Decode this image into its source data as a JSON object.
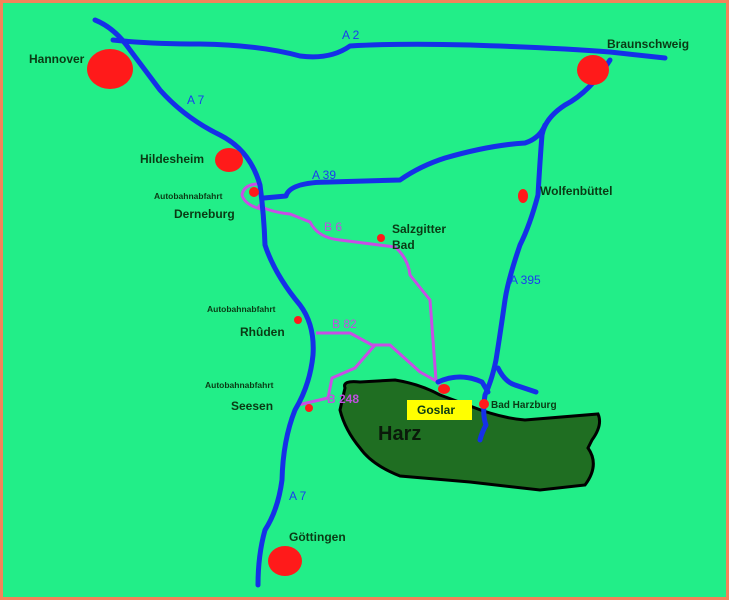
{
  "colors": {
    "background": "#22ee88",
    "border": "#f4845a",
    "autobahn": "#1530e8",
    "bundesstrasse": "#c84ee6",
    "city": "#ff1a1a",
    "harz": "#1f6e22",
    "goslar_box": "#ffff00"
  },
  "cities": {
    "hannover": "Hannover",
    "braunschweig": "Braunschweig",
    "hildesheim": "Hildesheim",
    "derneburg": "Derneburg",
    "salzgitter_1": "Salzgitter",
    "salzgitter_2": "Bad",
    "wolfenbuettel": "Wolfenbüttel",
    "rhueden": "Rhûden",
    "seesen": "Seesen",
    "goslar": "Goslar",
    "bad_harzburg": "Bad Harzburg",
    "goettingen": "Göttingen"
  },
  "exits": {
    "derneburg": "Autobahnabfahrt",
    "rhueden": "Autobahnabfahrt",
    "seesen": "Autobahnabfahrt"
  },
  "region": "Harz",
  "roads": {
    "a2": "A 2",
    "a7_north": "A 7",
    "a7_south": "A 7",
    "a39": "A 39",
    "a395": "A 395",
    "b6": "B 6",
    "b82": "B 82",
    "b248": "B 248"
  }
}
